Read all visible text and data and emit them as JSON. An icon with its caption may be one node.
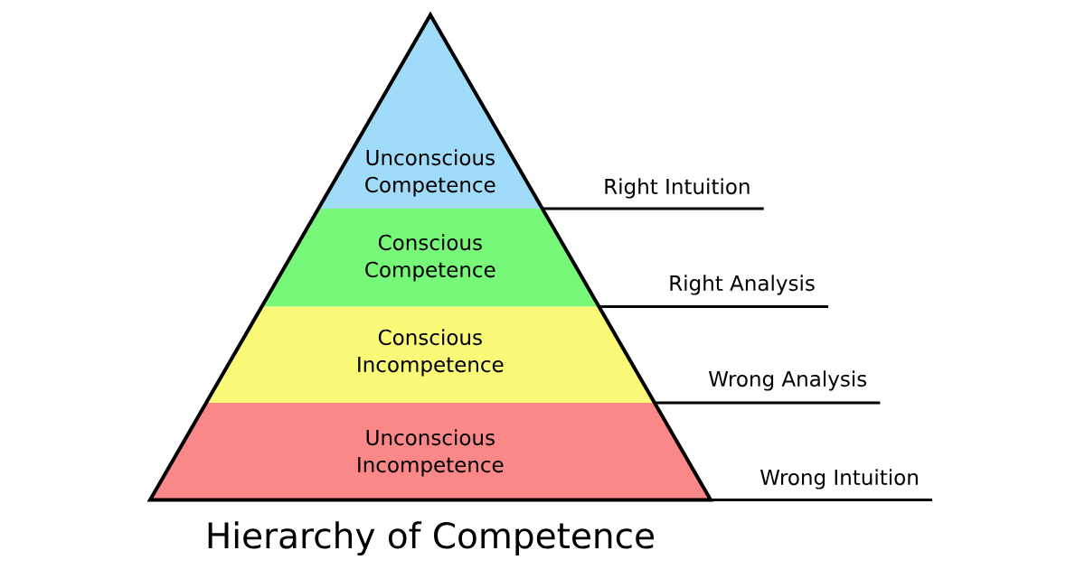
{
  "diagram": {
    "title": "Hierarchy of Competence",
    "nodes": [
      {
        "text": [
          "Unconscious Competence"
        ]
      },
      {
        "text": [
          "Conscious Competence"
        ]
      },
      {
        "text": [
          "Conscious Incompetence"
        ]
      },
      {
        "text": [
          "Unconscious Incompetence"
        ]
      },
      {
        "text": [
          "Right Intuition"
        ]
      },
      {
        "text": [
          "Right Analysis"
        ]
      },
      {
        "text": [
          "Wrong Analysis"
        ]
      },
      {
        "text": [
          "Wrong Intuition"
        ]
      }
    ],
    "edges": [
      {
        "from": 4,
        "to": 0,
        "arrow": "none"
      },
      {
        "from": 5,
        "to": 1,
        "arrow": "none"
      },
      {
        "from": 6,
        "to": 2,
        "arrow": "none"
      },
      {
        "from": 7,
        "to": 3,
        "arrow": "none"
      }
    ]
  }
}
